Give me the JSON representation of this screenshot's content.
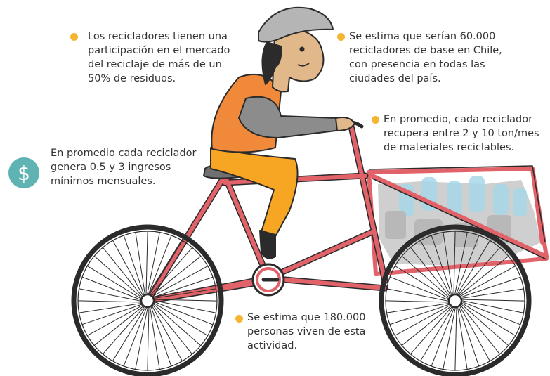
{
  "colors": {
    "bullet": "#f6b530",
    "coin": "#5fb3b3",
    "frame": "#e2626a",
    "outline": "#2b2b2b",
    "vest": "#f08a3a",
    "pants": "#f6a623",
    "sleeve": "#8c8c8c",
    "skin": "#e0b88a",
    "cap": "#b5b5b5",
    "hair": "#2b2b2b",
    "cargo": "#cccccc",
    "bottles": "#a8d8ea",
    "seat": "#707070"
  },
  "icons": {
    "bullet": "circle-bullet-icon",
    "income": "dollar-coin-icon"
  },
  "coin_symbol": "$",
  "facts": {
    "market_share": [
      "Los recicladores tienen una",
      "participación en el mercado",
      "del reciclaje de más de un",
      "50% de residuos."
    ],
    "count_chile": [
      "Se estima que serían 60.000",
      "recicladores de base en Chile,",
      "con presencia en todas las",
      "ciudades del país."
    ],
    "tonnage": [
      "En promedio, cada reciclador",
      "recupera entre 2 y 10 ton/mes",
      "de materiales reciclables."
    ],
    "income": [
      "En promedio cada reciclador",
      "genera 0.5 y 3 ingresos",
      "mínimos mensuales."
    ],
    "dependents": [
      "Se estima que 180.000",
      "personas viven de esta",
      "actividad."
    ]
  }
}
